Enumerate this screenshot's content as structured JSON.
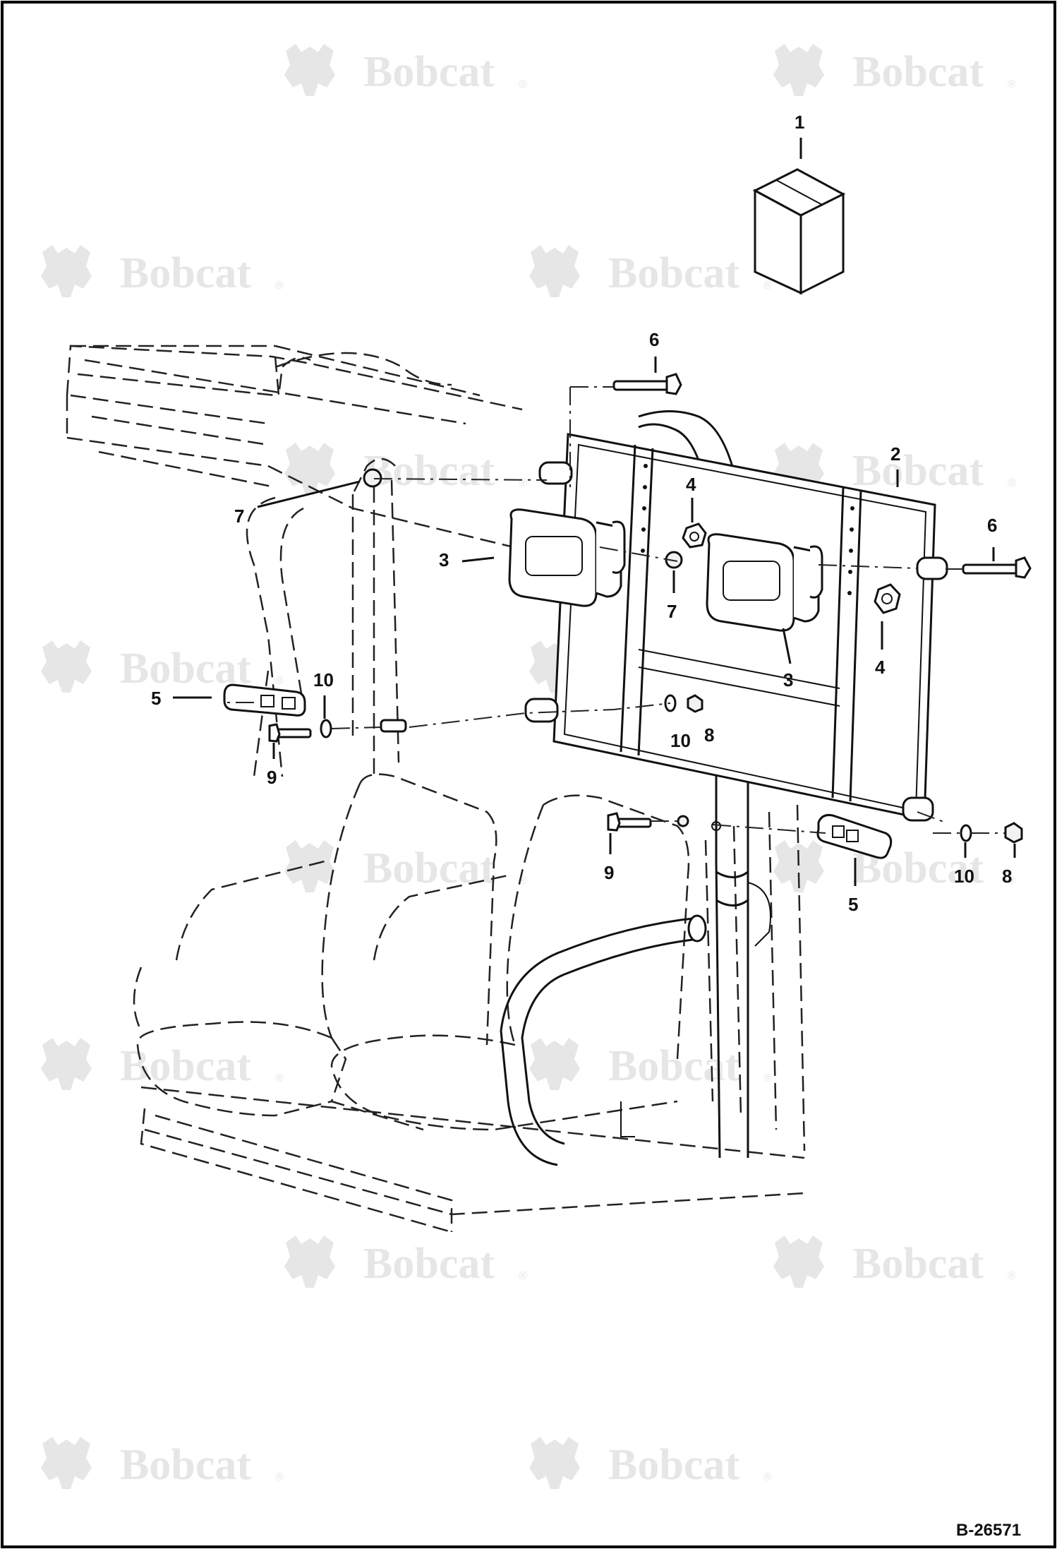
{
  "watermark": {
    "brand": "Bobcat",
    "registered_mark": "®"
  },
  "callouts": {
    "c1": "1",
    "c2": "2",
    "c3a": "3",
    "c3b": "3",
    "c4a": "4",
    "c4b": "4",
    "c5a": "5",
    "c5b": "5",
    "c6a": "6",
    "c6b": "6",
    "c7a": "7",
    "c7b": "7",
    "c8a": "8",
    "c8b": "8",
    "c9a": "9",
    "c9b": "9",
    "c10a": "10",
    "c10b": "10",
    "c10c": "10"
  },
  "drawing_number": "B-26571",
  "colors": {
    "border": "#000000",
    "line": "#111111",
    "watermark": "#e6e6e6"
  }
}
